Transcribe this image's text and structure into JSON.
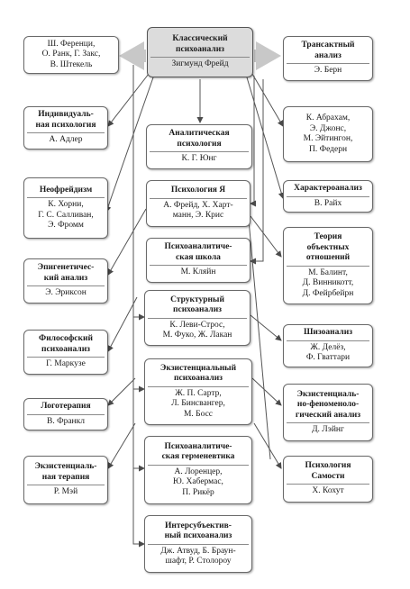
{
  "root": {
    "title": "Классический\nпсихоанализ",
    "people": "Зигмунд Фрейд"
  },
  "left": [
    {
      "title": "",
      "people": "Ш. Ференци,\nО. Ранк, Г. Закс,\nВ. Штекель"
    },
    {
      "title": "Индивидуаль-\nная психология",
      "people": "А. Адлер"
    },
    {
      "title": "Неофрейдизм",
      "people": "К. Хорни,\nГ. С. Салливан,\nЭ. Фромм"
    },
    {
      "title": "Эпигенетичес-\nкий анализ",
      "people": "Э. Эриксон"
    },
    {
      "title": "Философский\nпсихоанализ",
      "people": "Г. Маркузе"
    },
    {
      "title": "Логотерапия",
      "people": "В. Франкл"
    },
    {
      "title": "Экзистенциаль-\nная терапия",
      "people": "Р. Мэй"
    }
  ],
  "center": [
    {
      "title": "Аналитическая\nпсихология",
      "people": "К. Г. Юнг"
    },
    {
      "title": "Психология Я",
      "people": "А. Фрейд, Х. Харт-\nманн, Э. Крис"
    },
    {
      "title": "Психоаналитиче-\nская школа",
      "people": "М. Кляйн"
    },
    {
      "title": "Структурный\nпсихоанализ",
      "people": "К. Леви-Строс,\nМ. Фуко, Ж. Лакан"
    },
    {
      "title": "Экзистенциальный\nпсихоанализ",
      "people": "Ж. П. Сартр,\nЛ. Бинсвангер,\nМ. Босс"
    },
    {
      "title": "Психоаналитиче-\nская герменевтика",
      "people": "А. Лоренцер,\nЮ. Хабермас,\nП. Рикёр"
    },
    {
      "title": "Интерсубъектив-\nный психоанализ",
      "people": "Дж. Атвуд, Б. Браун-\nшафт, Р. Столороу"
    }
  ],
  "right": [
    {
      "title": "Трансактный\nанализ",
      "people": "Э. Берн"
    },
    {
      "title": "",
      "people": "К. Абрахам,\nЭ. Джонс,\nМ. Эйтингон,\nП. Федерн"
    },
    {
      "title": "Характероанализ",
      "people": "В. Райх"
    },
    {
      "title": "Теория\nобъектных\nотношений",
      "people": "М. Балинт,\nД. Винникотт,\nД. Фейрбейрн"
    },
    {
      "title": "Шизоанализ",
      "people": "Ж. Делёз,\nФ. Гваттари"
    },
    {
      "title": "Экзистенциаль-\nно-феноменоло-\nгический анализ",
      "people": "Д. Лэйнг"
    },
    {
      "title": "Психология\nСамости",
      "people": "Х. Кохут"
    }
  ],
  "colors": {
    "root_fill": "#dcdcdc",
    "arrow": "#c8c8c8",
    "line": "#555555"
  }
}
